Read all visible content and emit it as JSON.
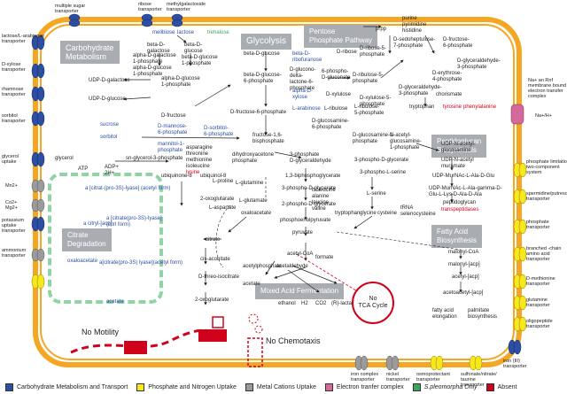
{
  "headers": {
    "carb": "Carbohydrate\nMetabolism",
    "glycolysis": "Glycolysis",
    "ppp": "Pentose\nPhosphate Pathway",
    "peptido": "Peptidoglycan\nBiosynthesis",
    "citrate": "Citrate\nDegradation",
    "fatty": "Fatty Acid\nBiosynthesis",
    "mixed": "Mixed Acid Fermentation"
  },
  "notes": {
    "no_tca": "No\nTCA Cycle",
    "no_motility": "No Motility",
    "no_chemotaxis": "No Chemotaxis"
  },
  "left_transporters": [
    "lactose/L-arabinose\ntransporter",
    "D-xylose\ntransporter",
    "rhamnose\ntransporter",
    "sorbitol\ntransporter",
    "glycerol\nuptake",
    "Mn2+",
    "Co2+\nMg2+",
    "potassium\nuptake\ntransporter",
    "ammonium\ntransporter"
  ],
  "top_transporters": [
    "multiple sugar\ntransporter",
    "ribose\ntransporter",
    "methylgalactoside\ntransporter"
  ],
  "right_transporters": [
    "Na+ an Rnf\nmembrane bound\nelectron transfer\ncomplex",
    "Na+/H+",
    "phosphate limitation\ntwo-component\nsystem",
    "spermidine/putrescine\ntransporter",
    "phosphate\ntransporter",
    "branched -chain\namino acid\ntransporter",
    "D-methionine\ntransporter",
    "glutamine\ntransporter",
    "oligopeptide\ntransporter"
  ],
  "bottom_transporters": [
    "iron complex\ntransporter",
    "nickel\ntransporter",
    "osmoprotectant\ntransporter",
    "sulfonate/nitrate/\ntaurine\ntransporter",
    "iron (III)\ntransporter"
  ],
  "metabolites": {
    "melibiose": "melibiose",
    "lactose": "lactose",
    "trehalose": "trehalose",
    "beta_d_galactose": "beta-D-\ngalactose",
    "beta_d_glucose": "beta-D-\nglucose",
    "alpha_d_galactose_1p": "alpha-D-galactose\n1-phosphate",
    "alpha_d_glucose_1p": "alpha-D-glucose\n1-phosphate",
    "beta_d_glucose_1p": "beta-D-glucose\n1-phosphate",
    "udp_galactose": "UDP-D-galactose",
    "udp_glucose": "UDP-D-glucose",
    "sucrose": "sucrose",
    "sorbitol": "sorbitol",
    "d_fructose": "D-fructose",
    "d_mannose_6p": "D-mannose-\n6-phosphate",
    "mannitol_1p": "mannitol-1-\nphosphate",
    "d_sorbitol_6p": "D-sorbitol-\n6-phosphate",
    "glycerol": "glycerol",
    "sn_glycerol_3p": "sn-glycerol-3-phosphate",
    "atp": "ATP",
    "adp": "ADP+\n2H+",
    "ubiquinone": "ubiquinone-8",
    "ubiquinol": "ubiquinol-8",
    "beta_d_glucose_main": "beta-D-glucose",
    "beta_d_glucose_6p": "beta-D-glucose-\n6-phosphate",
    "d_fructose_6p": "D-fructose-6-phosphate",
    "fructose_16bp": "fructose-1,6-\nbisphosphate",
    "dhap": "dihydroxyacetone\nphosphate",
    "gap": "3-phosphate\nD-glyceraldehyde",
    "bpg": "1,3-biphosphoglycerate",
    "3pg": "3-phospho-D-glycerate",
    "2pg": "2-phospho-D-glycerate",
    "pep": "phosphoenolpyruvate",
    "pyruvate": "pyruvate",
    "d_glucosamine_6p": "D-glucosamine-\n6-phosphate",
    "d_glucosamine_1p": "D-glucosamine-1-\nphosphate",
    "d_ribulose_5p": "D-ribulose-5-\nphosphate",
    "d_xylulose_5p": "D-xylulose-5-\nphosphate",
    "d_ribose_5p": "D-ribose-5-\nphosphate",
    "d_ribose": "D-ribose",
    "d_gluconate_6p": "6-phospho-\nD-gluconate",
    "d_glucono_lactone": "D-glucono-\ndelta-\nlactone-6-\nphosphate",
    "d_xylose": "alpha-D-\nxylose",
    "d_xylulose": "D-xylulose",
    "l_arabinose": "L-arabinose",
    "l_ribulose": "L-ribulose",
    "l_ribulose_5p": "L-ribulose-\n5-phosphate",
    "beta_d_ribofuranose": "beta-D-\nribofuranose",
    "prpp": "prpp",
    "purine": "purine\npyrimidine\nhistidine",
    "sedoheptulose": "D-sedoheptulose-\n7-phosphate",
    "d_fructose_6p_b": "D-fructose-\n6-phosphate",
    "d_gap": "D-glyceraldehyde-\n3-phosphate",
    "d_erythrose": "D-erythrose-\n4-phosphate",
    "chorismate": "chorismate",
    "tryptophan": "tryptophan",
    "tyrosine": "tyrosine",
    "phenylalanine": "phenylalanine",
    "nacetyl": "N-acetyl-\nglucosamine-\n1-phosphate",
    "udp_nacetyl": "UDP-N-acetyl-\nglucosamine",
    "udp_nacetylmur": "UDP-N-acetyl\nmuramate",
    "udp_murnac_ala": "UDP-MurNAc-L-Ala-D-Glu",
    "udp_murnac_long": "UDP-MurNAc-L-Ala-gamma-D-\nGlu-L-Lys-D-Ala-D-Ala",
    "peptidoglycan": "peptidoglycan",
    "transpeptidases": "transpeptidases",
    "3_phospho_serine": "3-phospho-L-serine",
    "l_serine": "L-serine",
    "glycine": "glycine",
    "cysteine": "cysteine",
    "tryptophan2": "tryptophan",
    "trna": "tRNA\nselenocysteine",
    "isoleucine": "isoleucine\nalanine\nleucine\nvaline",
    "asparagine": "asparagine\nthreonine\nmethionine\nisoleucine",
    "lysine": "lysine",
    "l_proline": "L-proline",
    "l_glutamine": "L-glutamine",
    "l_glutamate": "L-glutamate",
    "oxoglutarate": "2-oxoglutarate",
    "l_aspartate": "L-aspartate",
    "oxaloacetate": "oxaloacetate",
    "citrate": "citrate",
    "cis_aconitate": "cis-aconitate",
    "d_threo": "D-threo-isocitrate",
    "oxoglutarate2": "2-oxoglutarate",
    "acetyl_coa": "acetyl-CoA",
    "formate": "formate",
    "acetylphosphate": "acetylphosphate",
    "acetaldehyde": "acetaldehyde",
    "acetate": "acetate",
    "ethanol": "ethanol",
    "h2": "H2",
    "co2": "CO2",
    "r_lactate": "(R)-lactate",
    "malonyl_coa": "malonyl-CoA",
    "malonyl_acp": "malonyl-[acp]",
    "acetyl_acp": "acetyl-[acp]",
    "acetoacetyl": "acetoacetyl-[acp]",
    "fatty_acid": "fatty acid\nelongation",
    "palmitate": "palmitate\nbiosynthesis"
  },
  "citrate_box": {
    "item1": "a [citrat-(pro-3S)-lyase] (acetyl form)",
    "item2": "a citryl-[acp]",
    "item3": "a [citrate(pro-3S)-lyase]\n(citrl form)",
    "item4": "oxaloacetate",
    "item5": "a[citrate(pro-3S) lyase](acetyl form)",
    "item6": "acetate"
  },
  "legend": {
    "carb": "Carbohydrate Metabolism and Transport",
    "phos": "Phosphate and Nitrogen Uptake",
    "metal": "Metal Cations Uptake",
    "electron": "Electron tranfer complex",
    "spleo": "S.pleomorpha Only",
    "absent": "Absent"
  },
  "colors": {
    "membrane": "#f5a623",
    "carb": "#2c4ea3",
    "phos": "#f8e71c",
    "metal": "#9b9b9b",
    "electron": "#d4699b",
    "spleo": "#3aa85b",
    "absent": "#d0021b"
  }
}
